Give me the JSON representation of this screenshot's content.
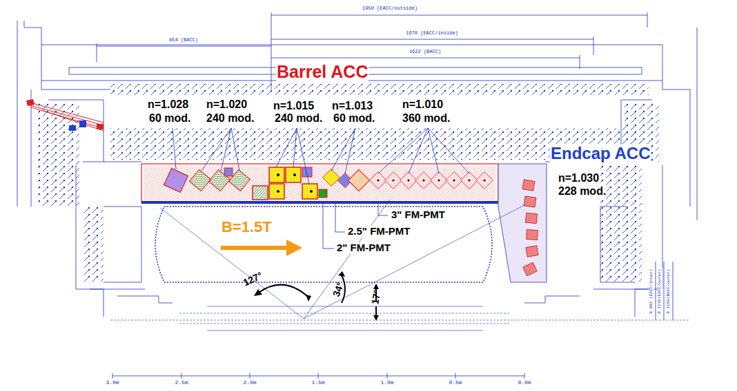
{
  "diagram": {
    "labels": [
      "1950 (EACC/outside)",
      "1670 (EACC/inside)",
      "854 (BACC)",
      "1622 (BACC)",
      "Barrel ACC",
      "n=1.028",
      "60 mod.",
      "n=1.020",
      "240 mod.",
      "n=1.015",
      "240 mod.",
      "n=1.013",
      "60 mod.",
      "n=1.010",
      "360 mod.",
      "Endcap ACC",
      "n=1.030",
      "228 mod.",
      "3\" FM-PMT",
      "2.5\" FM-PMT",
      "2\" FM-PMT",
      "B=1.5T",
      "127°",
      "34°",
      "17°",
      "R 885 (EACC/inner)",
      "R 1145(EACC/outer)",
      "R 1160(BACC/outer)",
      "3.0m",
      "2.5m",
      "2.0m",
      "1.5m",
      "1.0m",
      "0.5m",
      "0.0m"
    ]
  }
}
